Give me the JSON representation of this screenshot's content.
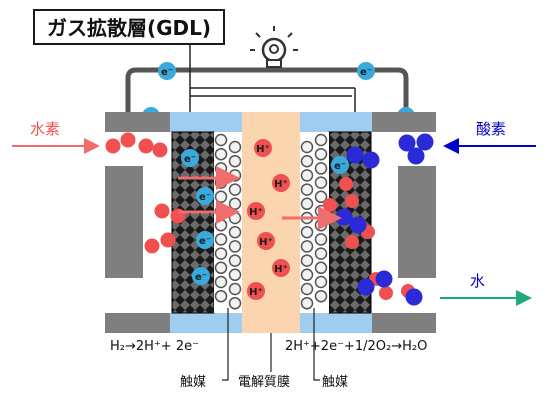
{
  "title": "ガス拡散層(GDL)",
  "electron": "e⁻",
  "proton": "H⁺",
  "left_gas": "水素",
  "right_gas": "酸素",
  "water": "水",
  "anode_reaction": "H₂→2H⁺+ 2e⁻",
  "cathode_reaction": "2H⁺+2e⁻+1/2O₂→H₂O",
  "catalyst_left": "触媒",
  "membrane": "電解質膜",
  "catalyst_right": "触媒",
  "colors": {
    "hydrogen": "#f0504f",
    "oxygen": "#2a2ad8",
    "electron": "#3aa9dc",
    "membrane": "#fbd5b0",
    "gdl_band": "#9fcdf0",
    "plate": "#7f7f7f",
    "arrow_hydrogen": "#f06d6d",
    "arrow_oxygen": "#0000c8",
    "arrow_water": "#1fa97d"
  },
  "icons": [
    "lightbulb-icon"
  ]
}
